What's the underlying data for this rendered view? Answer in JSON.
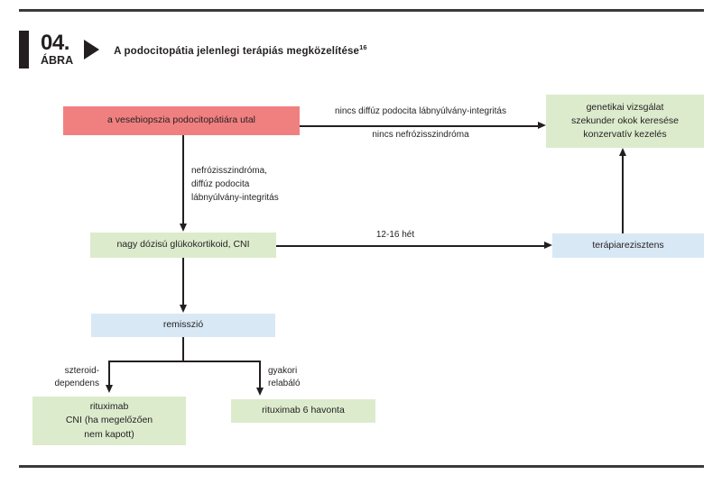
{
  "figure": {
    "number": "04.",
    "kind": "ÁBRA",
    "title": "A podocitopátia  jelenlegi terápiás megközelítése",
    "title_superscript": "16"
  },
  "colors": {
    "red_box": "#F08080",
    "green_box": "#DCEBCC",
    "blue_box": "#D9E8F5",
    "line": "#231f20",
    "rule": "#3a3a3c"
  },
  "nodes": {
    "biopsy": {
      "label": "a vesebiopszia podocitopátiára utal",
      "color": "red"
    },
    "genetic": {
      "line1": "genetikai vizsgálat",
      "line2": "szekunder okok keresése",
      "line3": "konzervatív kezelés",
      "color": "green"
    },
    "steroid": {
      "label": "nagy dózisú glükokortikoid, CNI",
      "color": "green"
    },
    "resistant": {
      "label": "terápiarezisztens",
      "color": "blue"
    },
    "remission": {
      "label": "remisszió",
      "color": "blue"
    },
    "rituximab_cni": {
      "line1": "rituximab",
      "line2": "CNI (ha megelőzően",
      "line3": "nem kapott)",
      "color": "green"
    },
    "rituximab_6m": {
      "label": "rituximab 6 havonta",
      "color": "green"
    }
  },
  "edges": {
    "to_genetic": {
      "line1": "nincs diffúz podocita lábnyúlvány-integritás",
      "line2": "nincs nefrózisszindróma"
    },
    "to_steroid": {
      "line1": "nefrózisszindróma,",
      "line2": "diffúz podocita",
      "line3": "lábnyúlvány-integritás"
    },
    "to_resistant": {
      "label": "12-16 hét"
    },
    "to_rituximab_cni": {
      "line1": "szteroid-",
      "line2": "dependens"
    },
    "to_rituximab_6m": {
      "line1": "gyakori",
      "line2": "relabáló"
    }
  }
}
